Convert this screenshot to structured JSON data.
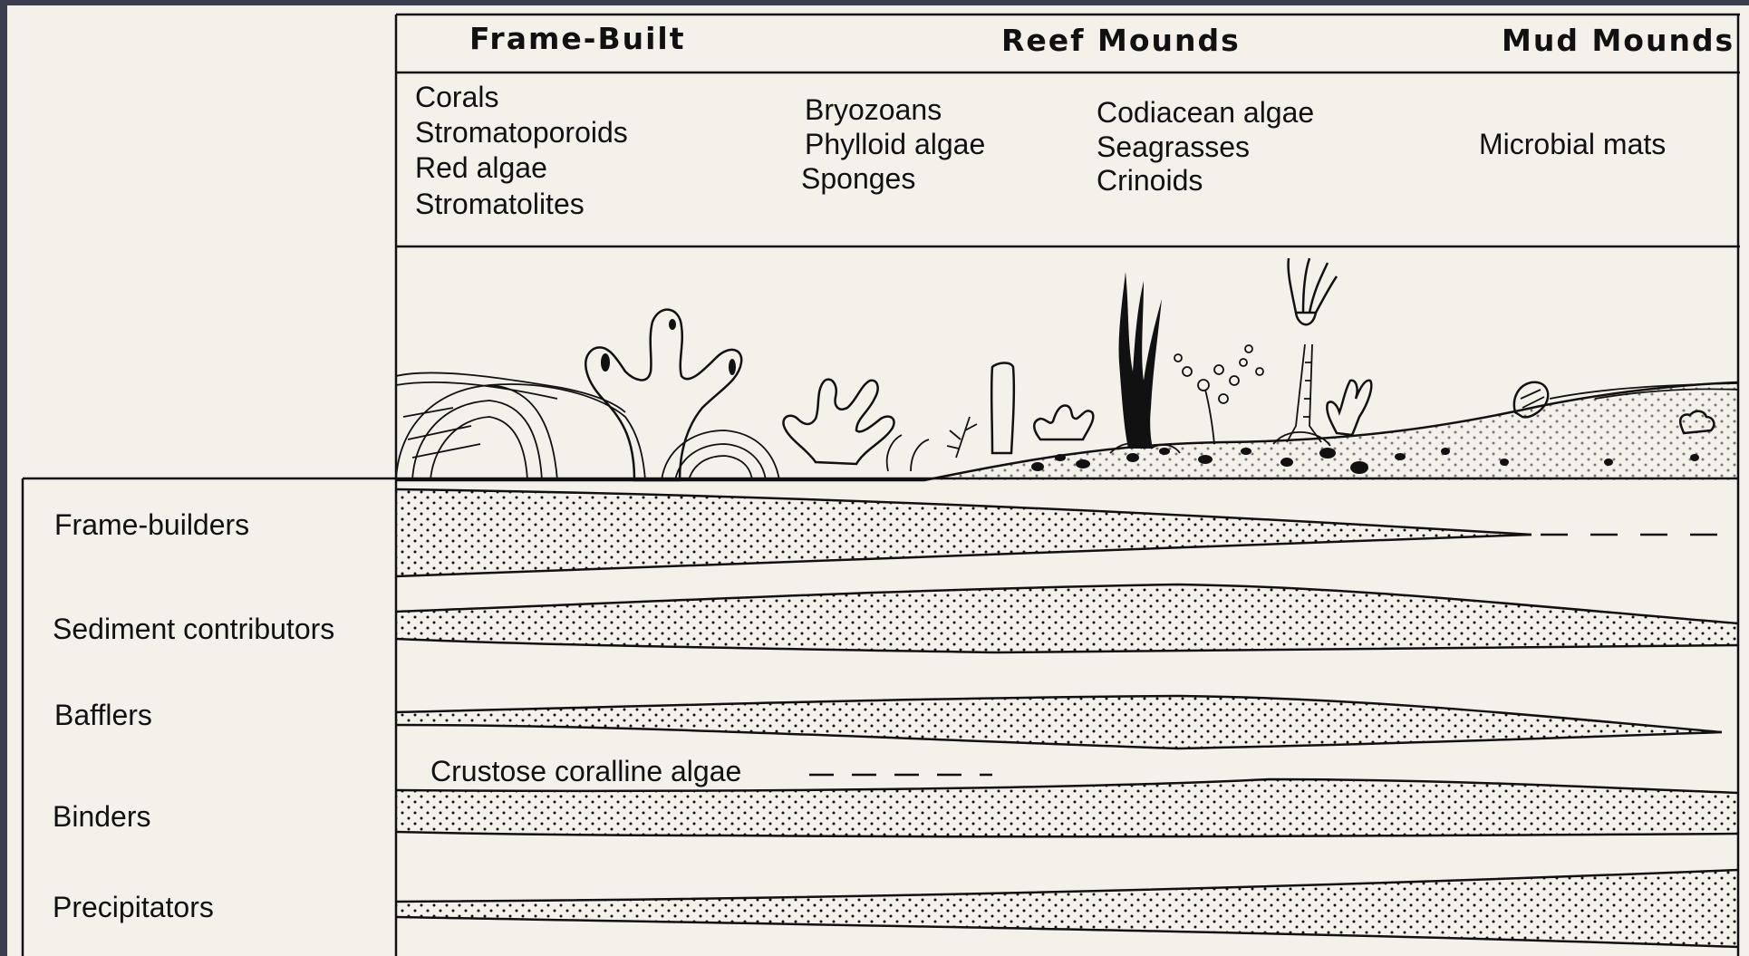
{
  "headers": {
    "frame_built": "Frame-Built",
    "reef_mounds": "Reef Mounds",
    "mud_mounds": "Mud Mounds"
  },
  "organism_groups": [
    [
      "Corals",
      "Stromatoporoids",
      "Red algae",
      "Stromatolites"
    ],
    [
      "Bryozoans",
      "Phylloid algae",
      "Sponges"
    ],
    [
      "Codiacean algae",
      "Seagrasses",
      "Crinoids"
    ],
    [
      "Microbial mats"
    ]
  ],
  "roles": [
    "Frame-builders",
    "Sediment contributors",
    "Bafflers",
    "Binders",
    "Precipitators"
  ],
  "binders_note": "Crustose coralline algae",
  "colors": {
    "ink": "#111111",
    "paper": "#f3f1ea",
    "background": "#3a3e4e"
  }
}
